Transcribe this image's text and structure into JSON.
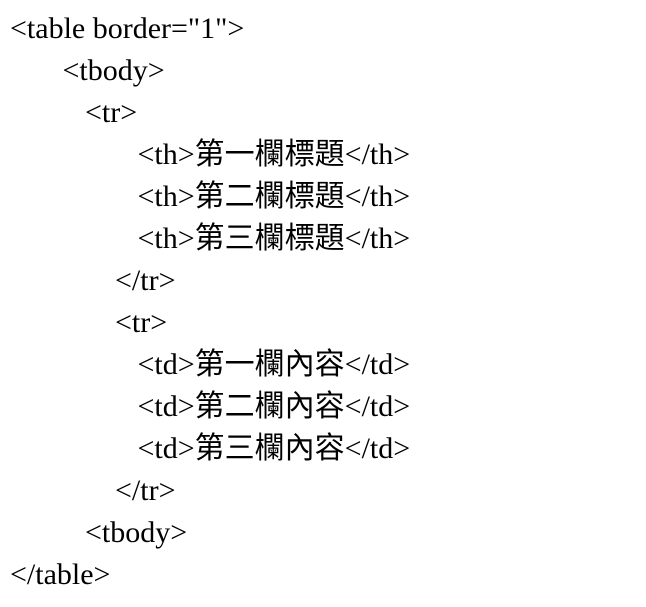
{
  "code": {
    "language": "html-source",
    "lines": [
      "<table border=\"1\">",
      "       <tbody>",
      "          <tr>",
      "                 <th>第一欄標題</th>",
      "                 <th>第二欄標題</th>",
      "                 <th>第三欄標題</th>",
      "              </tr>",
      "              <tr>",
      "                 <td>第一欄內容</td>",
      "                 <td>第二欄內容</td>",
      "                 <td>第三欄內容</td>",
      "              </tr>",
      "          <tbody>",
      "</table>"
    ]
  }
}
